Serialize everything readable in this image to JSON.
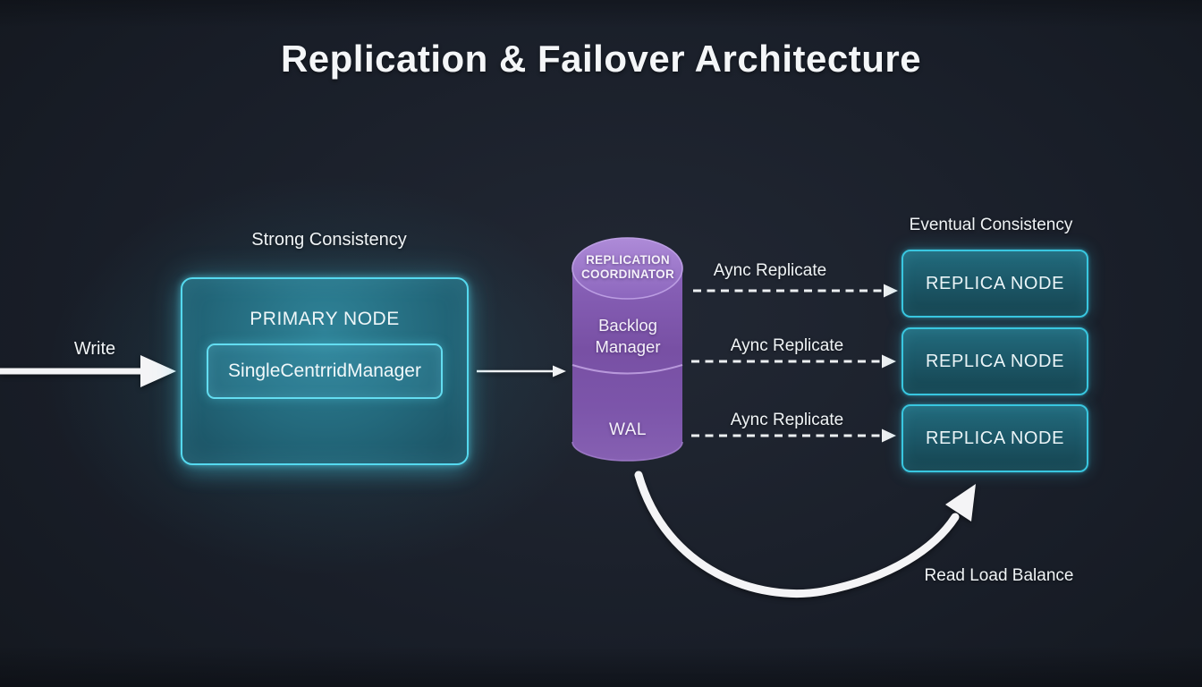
{
  "title": "Replication & Failover Architecture",
  "labels": {
    "strong_consistency": "Strong Consistency",
    "eventual_consistency": "Eventual Consistency",
    "write": "Write",
    "read_load_balance": "Read Load Balance"
  },
  "primary_node": {
    "title": "PRIMARY NODE",
    "component": "SingleCentrridManager"
  },
  "coordinator": {
    "header": "REPLICATION COORDINATOR",
    "sections": [
      "Backlog Manager",
      "WAL"
    ]
  },
  "replication_links": [
    {
      "label": "Aync Replicate"
    },
    {
      "label": "Aync Replicate"
    },
    {
      "label": "Aync Replicate"
    }
  ],
  "replicas": [
    {
      "label": "REPLICA NODE"
    },
    {
      "label": "REPLICA NODE"
    },
    {
      "label": "REPLICA NODE"
    }
  ],
  "colors": {
    "background": "#181d27",
    "accent_cyan": "#55d9ef",
    "node_teal_fill": "#1f6374",
    "replica_border": "#39c7e0",
    "coordinator_purple": "#7d56ac",
    "coordinator_cap_purple": "#a17dce",
    "arrow_white": "#f4f4f6"
  }
}
